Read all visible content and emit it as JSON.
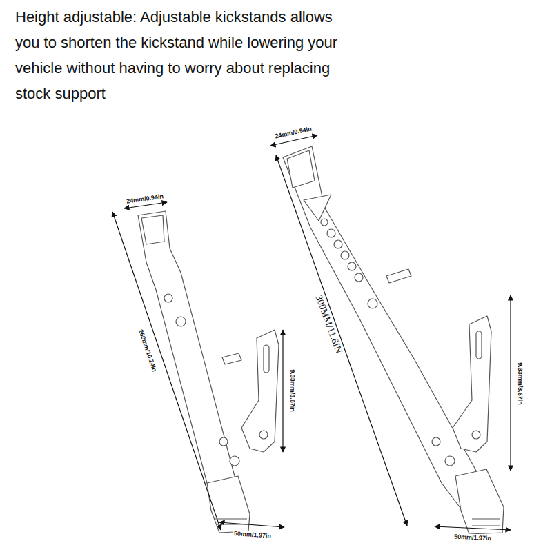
{
  "diagram": {
    "title": "Height adjustable: Adjustable kickstands allows you to shorten the kickstand while lowering your vehicle without having to worry about replacing stock support",
    "labels": [
      "24mm/0.94in",
      "260mm/10.24in",
      "9.33mm/3.67in",
      "50mm/1.97in",
      "24mm/0.94in",
      "300MM/11.8IN",
      "9.33mm/3.67in",
      "50mm/1.97in"
    ]
  }
}
